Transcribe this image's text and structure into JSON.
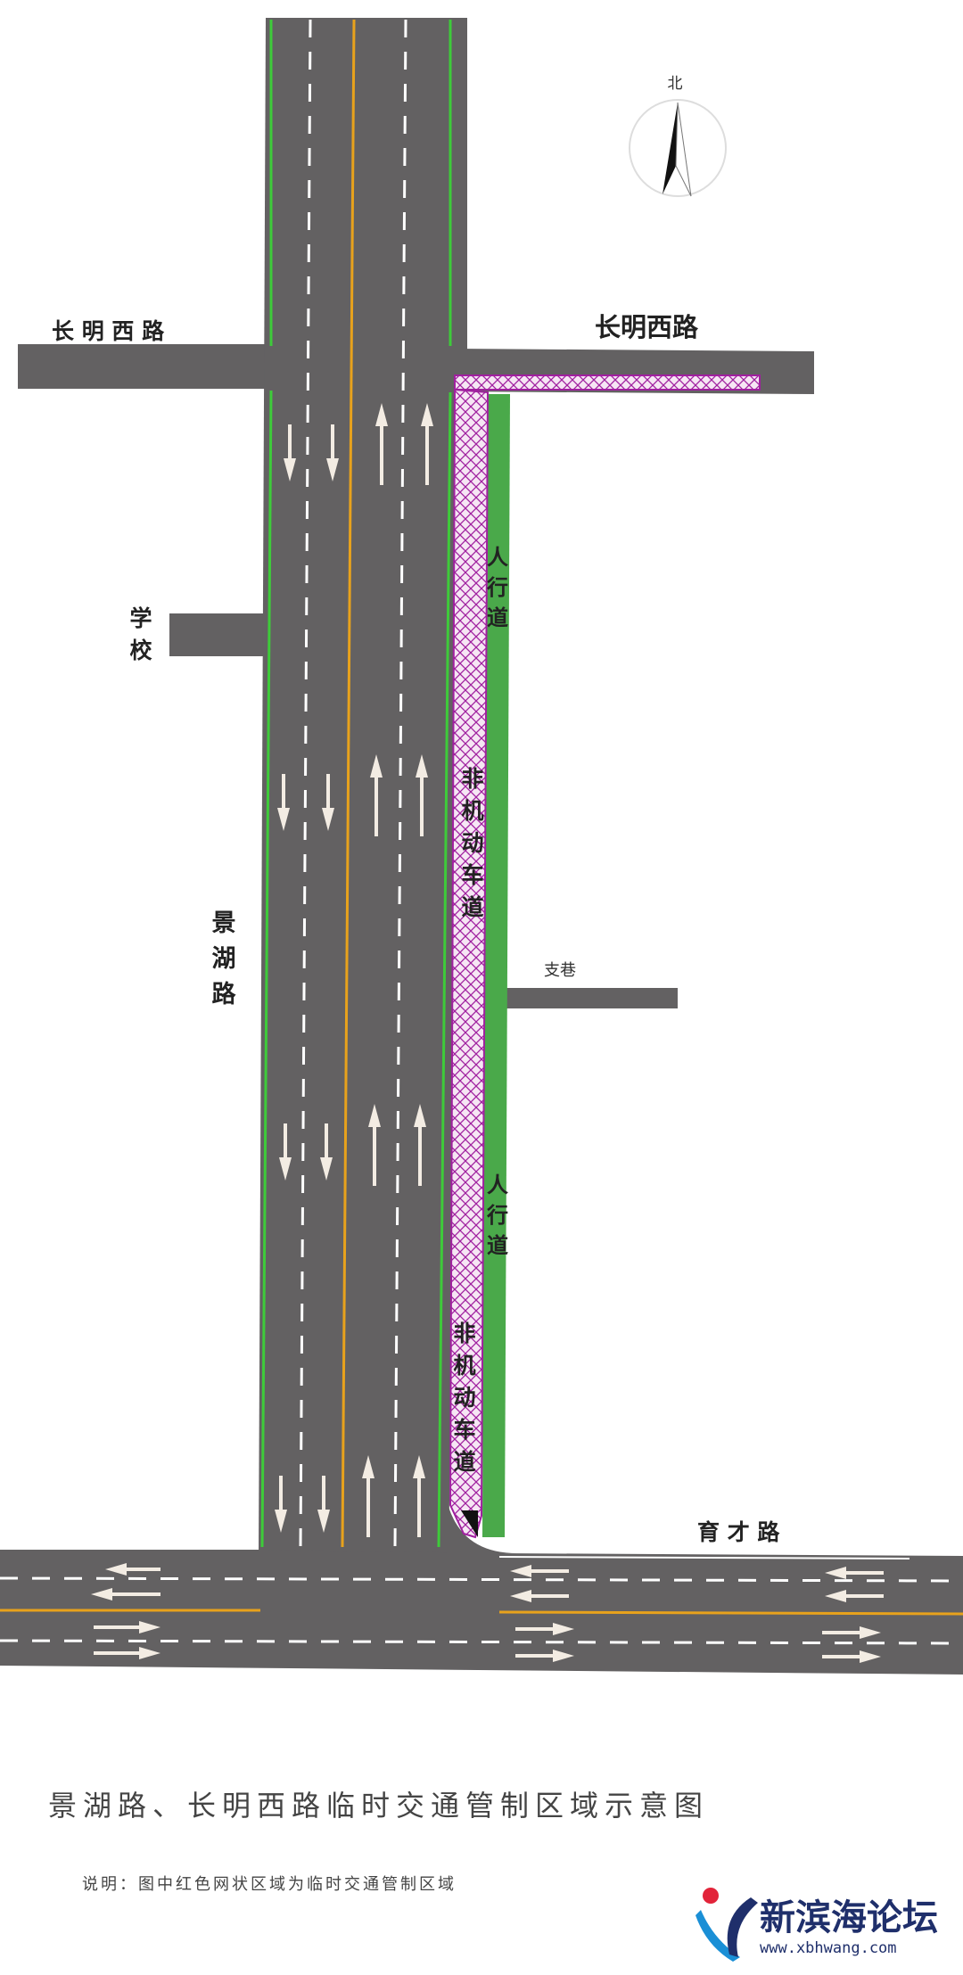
{
  "labels": {
    "road_changming_left": "长 明 西 路",
    "road_changming_right": "长明西路",
    "school": [
      "学",
      "校"
    ],
    "road_jinghu": [
      "景",
      "湖",
      "路"
    ],
    "sidewalk_1": [
      "人",
      "行",
      "道"
    ],
    "sidewalk_2": [
      "人",
      "行",
      "道"
    ],
    "bike_lane_1": [
      "非",
      "机",
      "动",
      "车",
      "道"
    ],
    "bike_lane_2": [
      "非",
      "机",
      "动",
      "车",
      "道"
    ],
    "alley": "支巷",
    "road_yucai": "育 才 路"
  },
  "compass": {
    "label": "北"
  },
  "title": "景湖路、长明西路临时交通管制区域示意图",
  "note": "说明：图中红色网状区域为临时交通管制区域",
  "logo": {
    "name": "新滨海论坛",
    "url": "www.xbhwang.com"
  },
  "colors": {
    "road": "#636162",
    "green_line": "#3ecb3a",
    "center_line": "#e8a21c",
    "sidewalk": "#4aa94a",
    "control_zone": "#a0209f"
  }
}
